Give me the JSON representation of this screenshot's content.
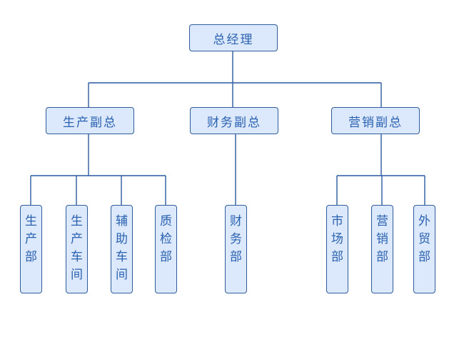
{
  "colors": {
    "node_fill": "#dce8fb",
    "node_border": "#2f5c9a",
    "text": "#2a62b0",
    "connector": "#2a5aa0"
  },
  "nodes": {
    "general_manager": "总经理",
    "production_vp": "生产副总",
    "finance_vp": "财务副总",
    "marketing_vp": "营销副总",
    "production_dept": "生产部",
    "production_workshop": "生产车间",
    "auxiliary_workshop": "辅助车间",
    "quality_inspection": "质检部",
    "finance_dept": "财务部",
    "market_dept": "市场部",
    "sales_dept": "营销部",
    "foreign_trade_dept": "外贸部"
  }
}
